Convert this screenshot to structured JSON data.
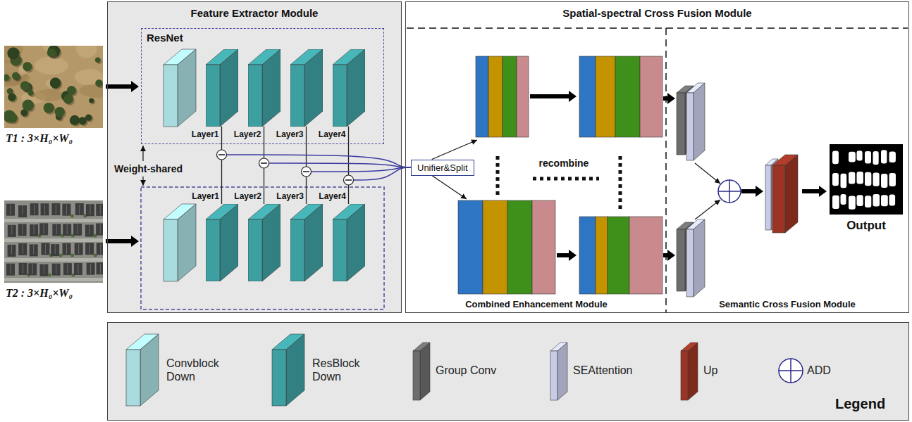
{
  "diagram": {
    "nodes": [
      {
        "text": [
          "Feature Extractor Module"
        ]
      },
      {
        "text": [
          "ResNet"
        ],
        "in": 0
      },
      {
        "text": [
          "Layer1"
        ],
        "in": 1
      },
      {
        "text": [
          "Layer2"
        ],
        "in": 1
      },
      {
        "text": [
          "Layer3"
        ],
        "in": 1
      },
      {
        "text": [
          "Layer4"
        ],
        "in": 1
      },
      {
        "text": [
          "Layer1"
        ],
        "in": 0
      },
      {
        "text": [
          "Layer2"
        ],
        "in": 0
      },
      {
        "text": [
          "Layer3"
        ],
        "in": 0
      },
      {
        "text": [
          "Layer4"
        ],
        "in": 0
      },
      {
        "text": [
          "Spatial-spectral Cross Fusion Module"
        ]
      },
      {
        "text": [
          "Unifier&Split"
        ],
        "in": 10
      }
    ],
    "edges": [
      {
        "from": 2,
        "to": 6,
        "arrow": "none"
      },
      {
        "from": 3,
        "to": 7,
        "arrow": "none"
      },
      {
        "from": 4,
        "to": 8,
        "arrow": "none"
      },
      {
        "from": 5,
        "to": 9,
        "arrow": "none"
      }
    ],
    "labels": [
      "T1 : 3×H₀×W₀",
      "Weight-shared",
      "T2 : 3×H₀×W₀",
      "recombine",
      "Combined Enhancement Module",
      "Semantic Cross Fusion Module",
      "Output",
      "Legend"
    ],
    "legend": [
      {
        "text": "Convblock Down",
        "color": "#a8dbde"
      },
      {
        "text": "ResBlock Down",
        "color": "#3e9fa1"
      },
      {
        "text": "Group Conv",
        "color": "#6d6d6d"
      },
      {
        "text": "SEAttention",
        "color": "#c7cbe6"
      },
      {
        "text": "Up",
        "color": "#9b3424"
      },
      {
        "text": "ADD"
      }
    ]
  }
}
